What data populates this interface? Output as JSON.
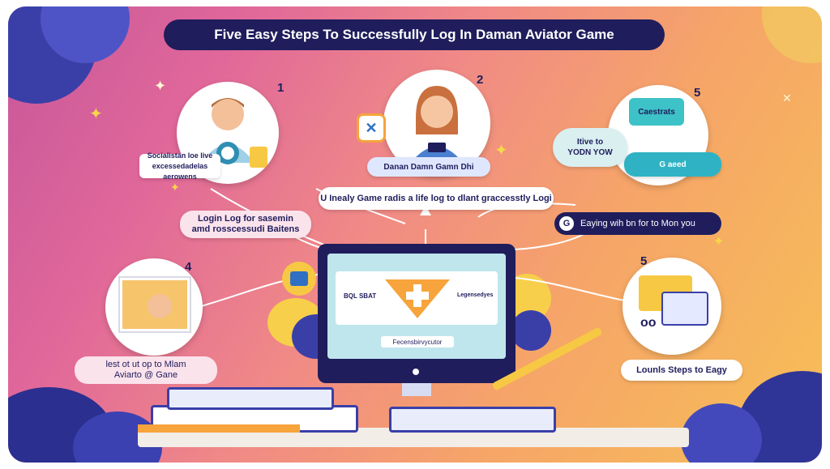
{
  "title": "Five Easy Steps To Successfully Log In Daman Aviator Game",
  "steps": [
    {
      "number": "1",
      "card_text": "Socialistan loe live\nexcessedadelas aerowens",
      "label": "Login  Log for sasemin\namd rosscessudi Baitens"
    },
    {
      "number": "2",
      "card_text": "Danan Damn Gamn Dhi",
      "label": "U  Inealy Game radis a life log to dlant graccesstly Logi"
    },
    {
      "number": "5",
      "card_text": "Caestrats",
      "label": "Eaying wih bn for to Mon you",
      "label_badge": "G"
    },
    {
      "number": "4",
      "card_text": "",
      "label": "lest ot ut op to Mlam\nAviarto @ Gane"
    },
    {
      "number": "5",
      "card_text": "",
      "label": "Lounls Steps to Eagy"
    }
  ],
  "step3_bubble_left": "Itive to\nYODN YOW",
  "step3_bubble_green": "G    aeed",
  "monitor": {
    "left_label": "BQL SBAT",
    "right_label": "Legensedyes",
    "bottom_label": "Fecensbirvycutor"
  },
  "colors": {
    "navy": "#1f1d5c",
    "teal": "#2fb3c4",
    "orange": "#f6a43b",
    "yellow": "#f7c843"
  }
}
